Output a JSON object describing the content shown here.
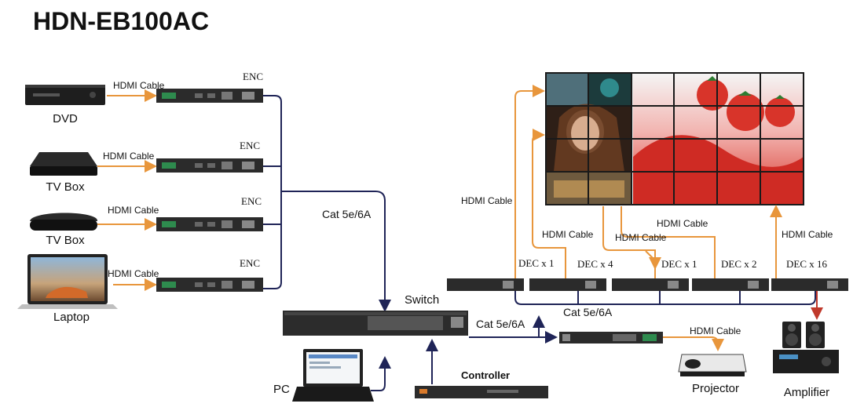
{
  "title": "HDN-EB100AC",
  "sources": [
    {
      "name": "DVD",
      "cable": "HDMI Cable",
      "encoder": "ENC"
    },
    {
      "name": "TV Box",
      "cable": "HDMI Cable",
      "encoder": "ENC"
    },
    {
      "name": "TV Box",
      "cable": "HDMI Cable",
      "encoder": "ENC"
    },
    {
      "name": "Laptop",
      "cable": "HDMI Cable",
      "encoder": "ENC"
    }
  ],
  "network": {
    "cat_left": "Cat 5e/6A",
    "cat_right": "Cat 5e/6A",
    "cat_bottom": "Cat 5e/6A",
    "switch": "Switch",
    "pc": "PC",
    "controller": "Controller"
  },
  "decoders": [
    {
      "label": "DEC x 1",
      "cable": "HDMI Cable"
    },
    {
      "label": "DEC x 4",
      "cable": "HDMI Cable"
    },
    {
      "label": "DEC x 1",
      "cable": "HDMI Cable"
    },
    {
      "label": "DEC x 2",
      "cable": "HDMI Cable"
    },
    {
      "label": "DEC x 16",
      "cable": "HDMI Cable"
    }
  ],
  "outputs": {
    "projector": "Projector",
    "projector_cable": "HDMI Cable",
    "amplifier": "Amplifier"
  },
  "colors": {
    "hdmi_line": "#e8963c",
    "cat_line": "#1f2457",
    "audio_line": "#c0392b",
    "tomato": "#d8342a"
  }
}
